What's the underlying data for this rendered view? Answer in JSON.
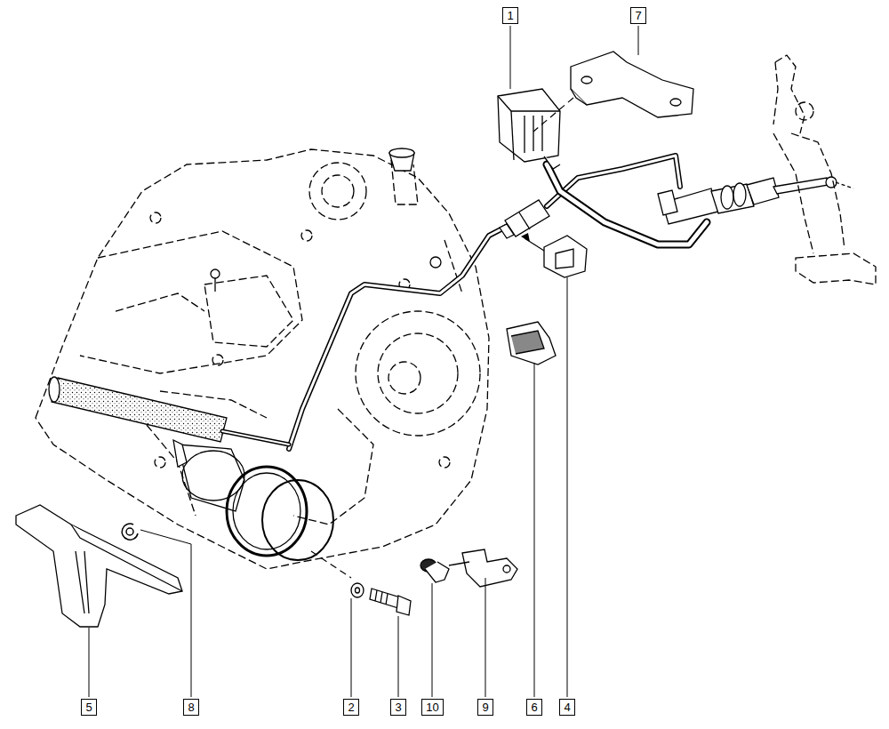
{
  "diagram": {
    "nodes": [
      {
        "text": [
          "1"
        ]
      },
      {
        "text": [
          "7"
        ]
      },
      {
        "text": [
          "5"
        ]
      },
      {
        "text": [
          "8"
        ]
      },
      {
        "text": [
          "2"
        ]
      },
      {
        "text": [
          "3"
        ]
      },
      {
        "text": [
          "10"
        ]
      },
      {
        "text": [
          "9"
        ]
      },
      {
        "text": [
          "6"
        ]
      },
      {
        "text": [
          "4"
        ]
      }
    ]
  }
}
